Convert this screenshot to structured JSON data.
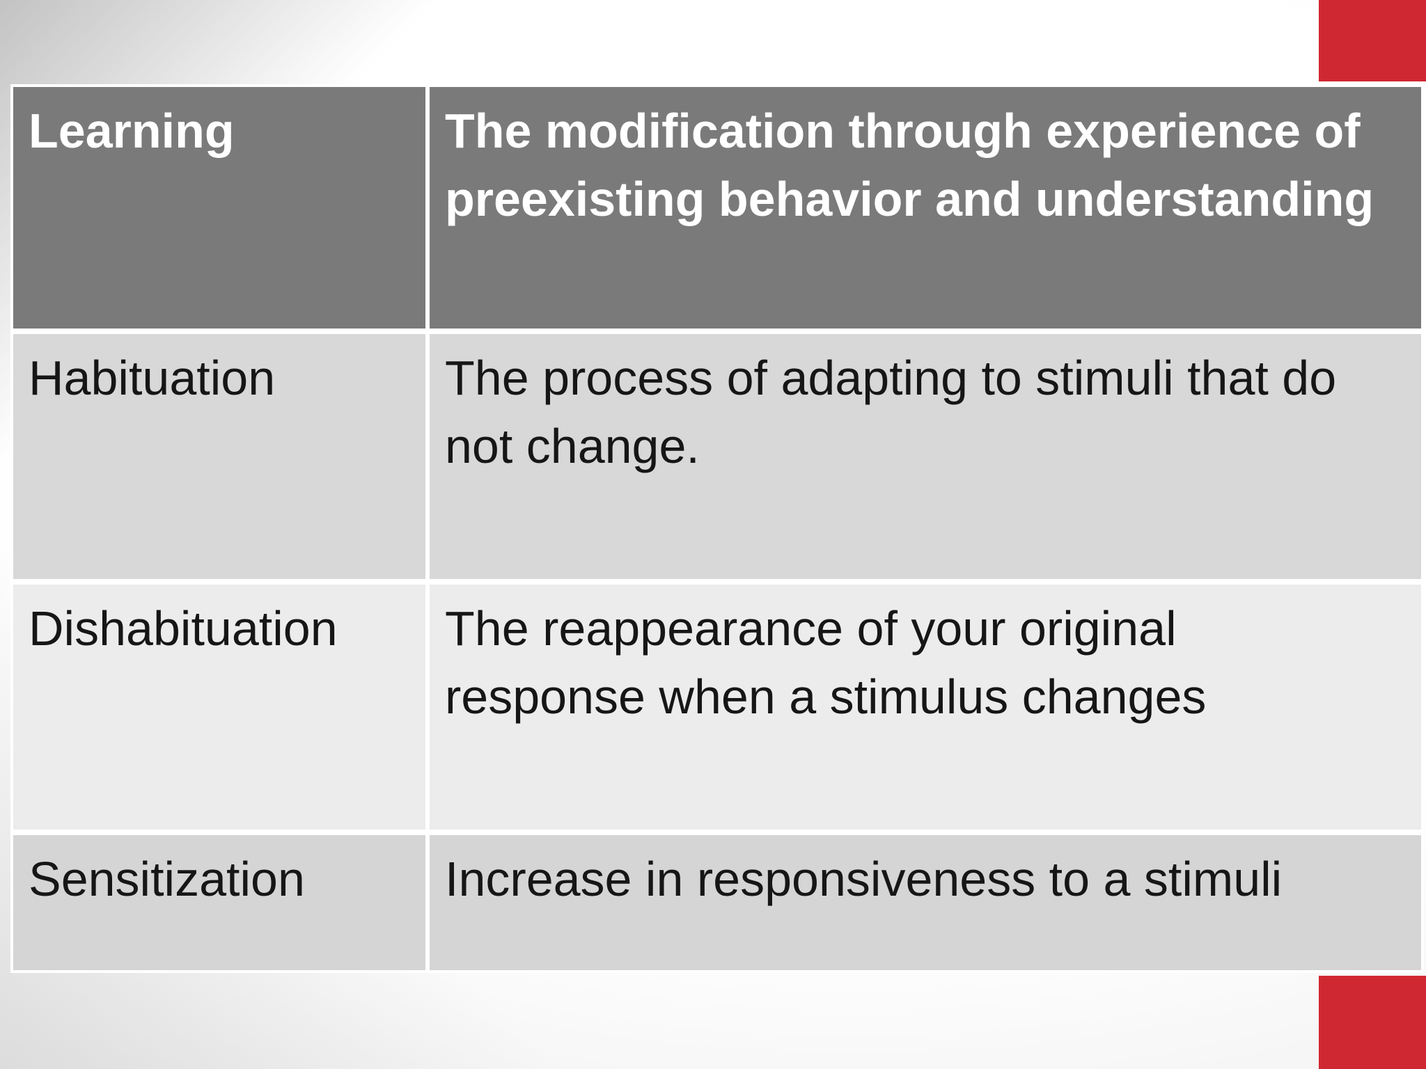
{
  "slide": {
    "colors": {
      "accent_red": "#d02832",
      "header_background": "#7a7a7a",
      "header_text": "#ffffff",
      "row_band_gray": "#d8d8d8",
      "row_band_light": "#ececec",
      "row_band_bottom": "#d5d5d5",
      "body_text": "#161616"
    },
    "table": {
      "header": {
        "term": "Learning",
        "definition": "The modification through experience of\npreexisting behavior and understanding"
      },
      "rows": [
        {
          "term": "Habituation",
          "definition": "The process of adapting to stimuli that do\nnot change."
        },
        {
          "term": "Dishabituation",
          "definition": "The reappearance of your original\nresponse when a stimulus changes"
        },
        {
          "term": "Sensitization",
          "definition": "Increase in responsiveness to a stimuli"
        }
      ]
    }
  }
}
